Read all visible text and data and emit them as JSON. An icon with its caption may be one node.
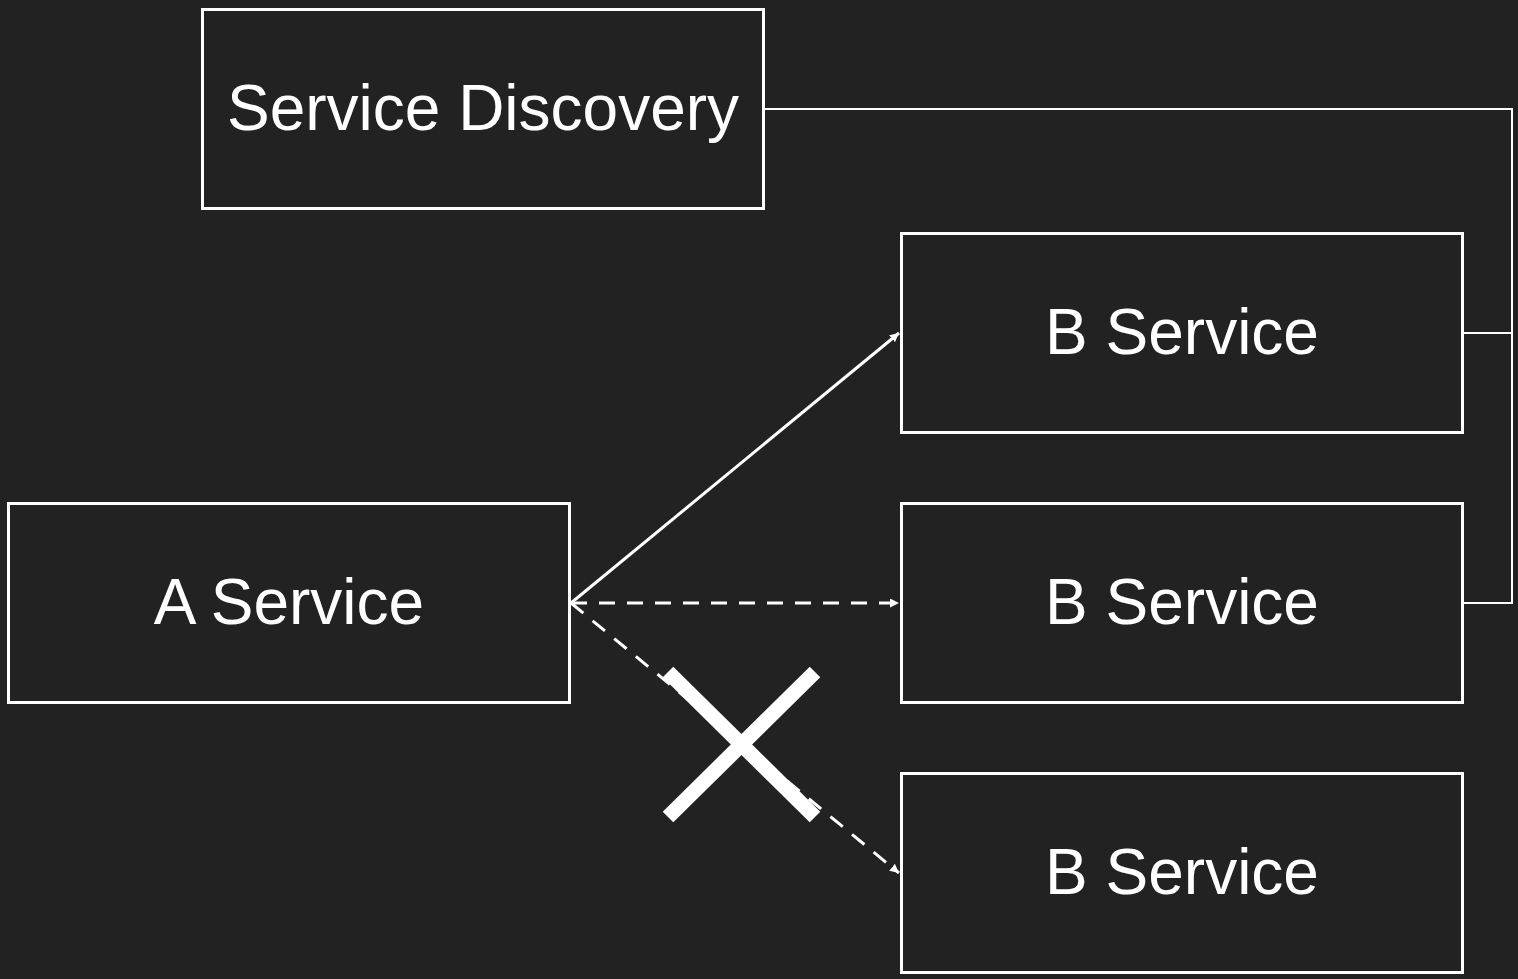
{
  "diagram": {
    "nodes": [
      {
        "text": [
          "Service Discovery"
        ]
      },
      {
        "text": [
          "B Service"
        ]
      },
      {
        "text": [
          "A Service"
        ]
      },
      {
        "text": [
          "B Service"
        ]
      },
      {
        "text": [
          "B Service"
        ]
      }
    ],
    "edges": [
      {
        "from": 0,
        "to": 1,
        "arrow": "none"
      },
      {
        "from": 0,
        "to": 3,
        "arrow": "none"
      },
      {
        "from": 2,
        "to": 1,
        "arrow": "to"
      },
      {
        "from": 2,
        "to": 3,
        "arrow": "to",
        "style": "dashed"
      },
      {
        "from": 2,
        "to": 4,
        "arrow": "to",
        "style": "dashed"
      }
    ]
  }
}
